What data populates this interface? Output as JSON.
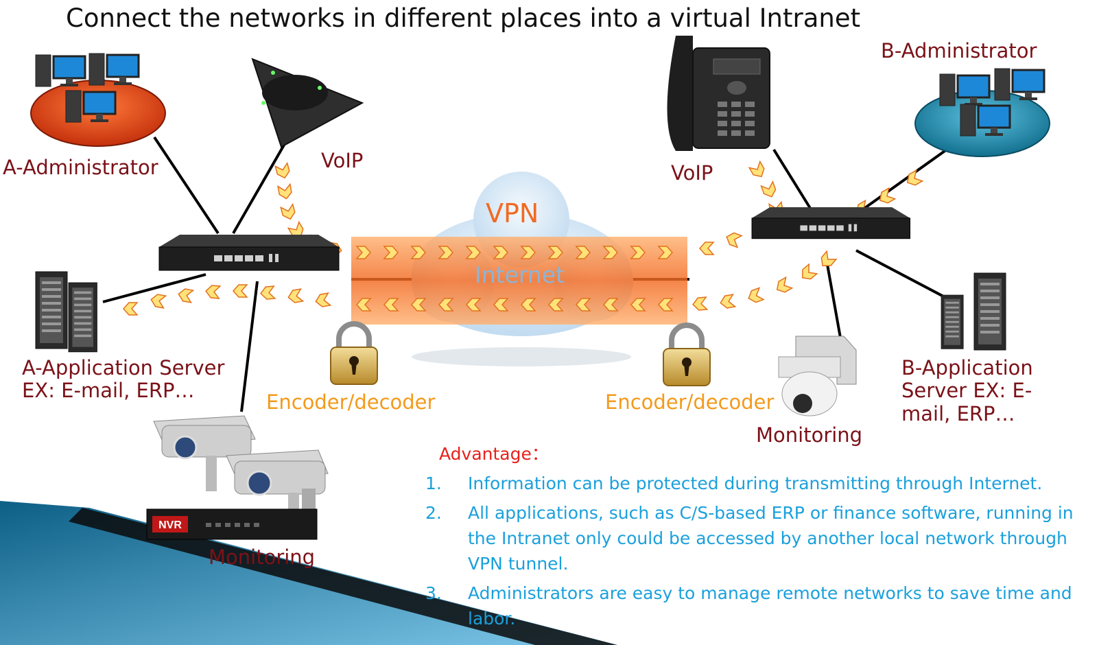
{
  "title": "Connect the networks in different places into a virtual Intranet",
  "nodes": {
    "a_admin": "A-Administrator",
    "a_voip": "VoIP",
    "a_app_server": "A-Application Server\nEX: E-mail, ERP…",
    "a_monitoring": "Monitoring",
    "a_encoder": "Encoder/decoder",
    "b_admin": "B-Administrator",
    "b_voip": "VoIP",
    "b_app_server": "B-Application\nServer EX: E-\nmail, ERP…",
    "b_monitoring": "Monitoring",
    "b_encoder": "Encoder/decoder",
    "vpn": "VPN",
    "internet": "Internet",
    "nvr": "NVR"
  },
  "advantage": {
    "heading": "Advantage：",
    "items": [
      {
        "num": "1.",
        "text": "Information can be protected during transmitting through Internet."
      },
      {
        "num": "2.",
        "text": "All applications, such as C/S-based ERP or finance software, running in the Intranet only could be accessed by another local network through VPN tunnel."
      },
      {
        "num": "3.",
        "text": "Administrators are easy to manage remote networks to save time and labor."
      }
    ]
  },
  "colors": {
    "dark_label": "#7a1218",
    "orange_label": "#f39a1c",
    "advantage_heading": "#e8201a",
    "advantage_text": "#1aa0dc",
    "tunnel": "#f47a2a",
    "admin_a_base": "#e0401a",
    "admin_b_base": "#1a86a8"
  },
  "icons": [
    "desktop-computer-icon",
    "voip-conference-phone-icon",
    "desk-phone-icon",
    "router-switch-icon",
    "server-rack-icon",
    "padlock-icon",
    "cctv-camera-icon",
    "dome-camera-icon",
    "nvr-recorder-icon",
    "cloud-icon"
  ]
}
